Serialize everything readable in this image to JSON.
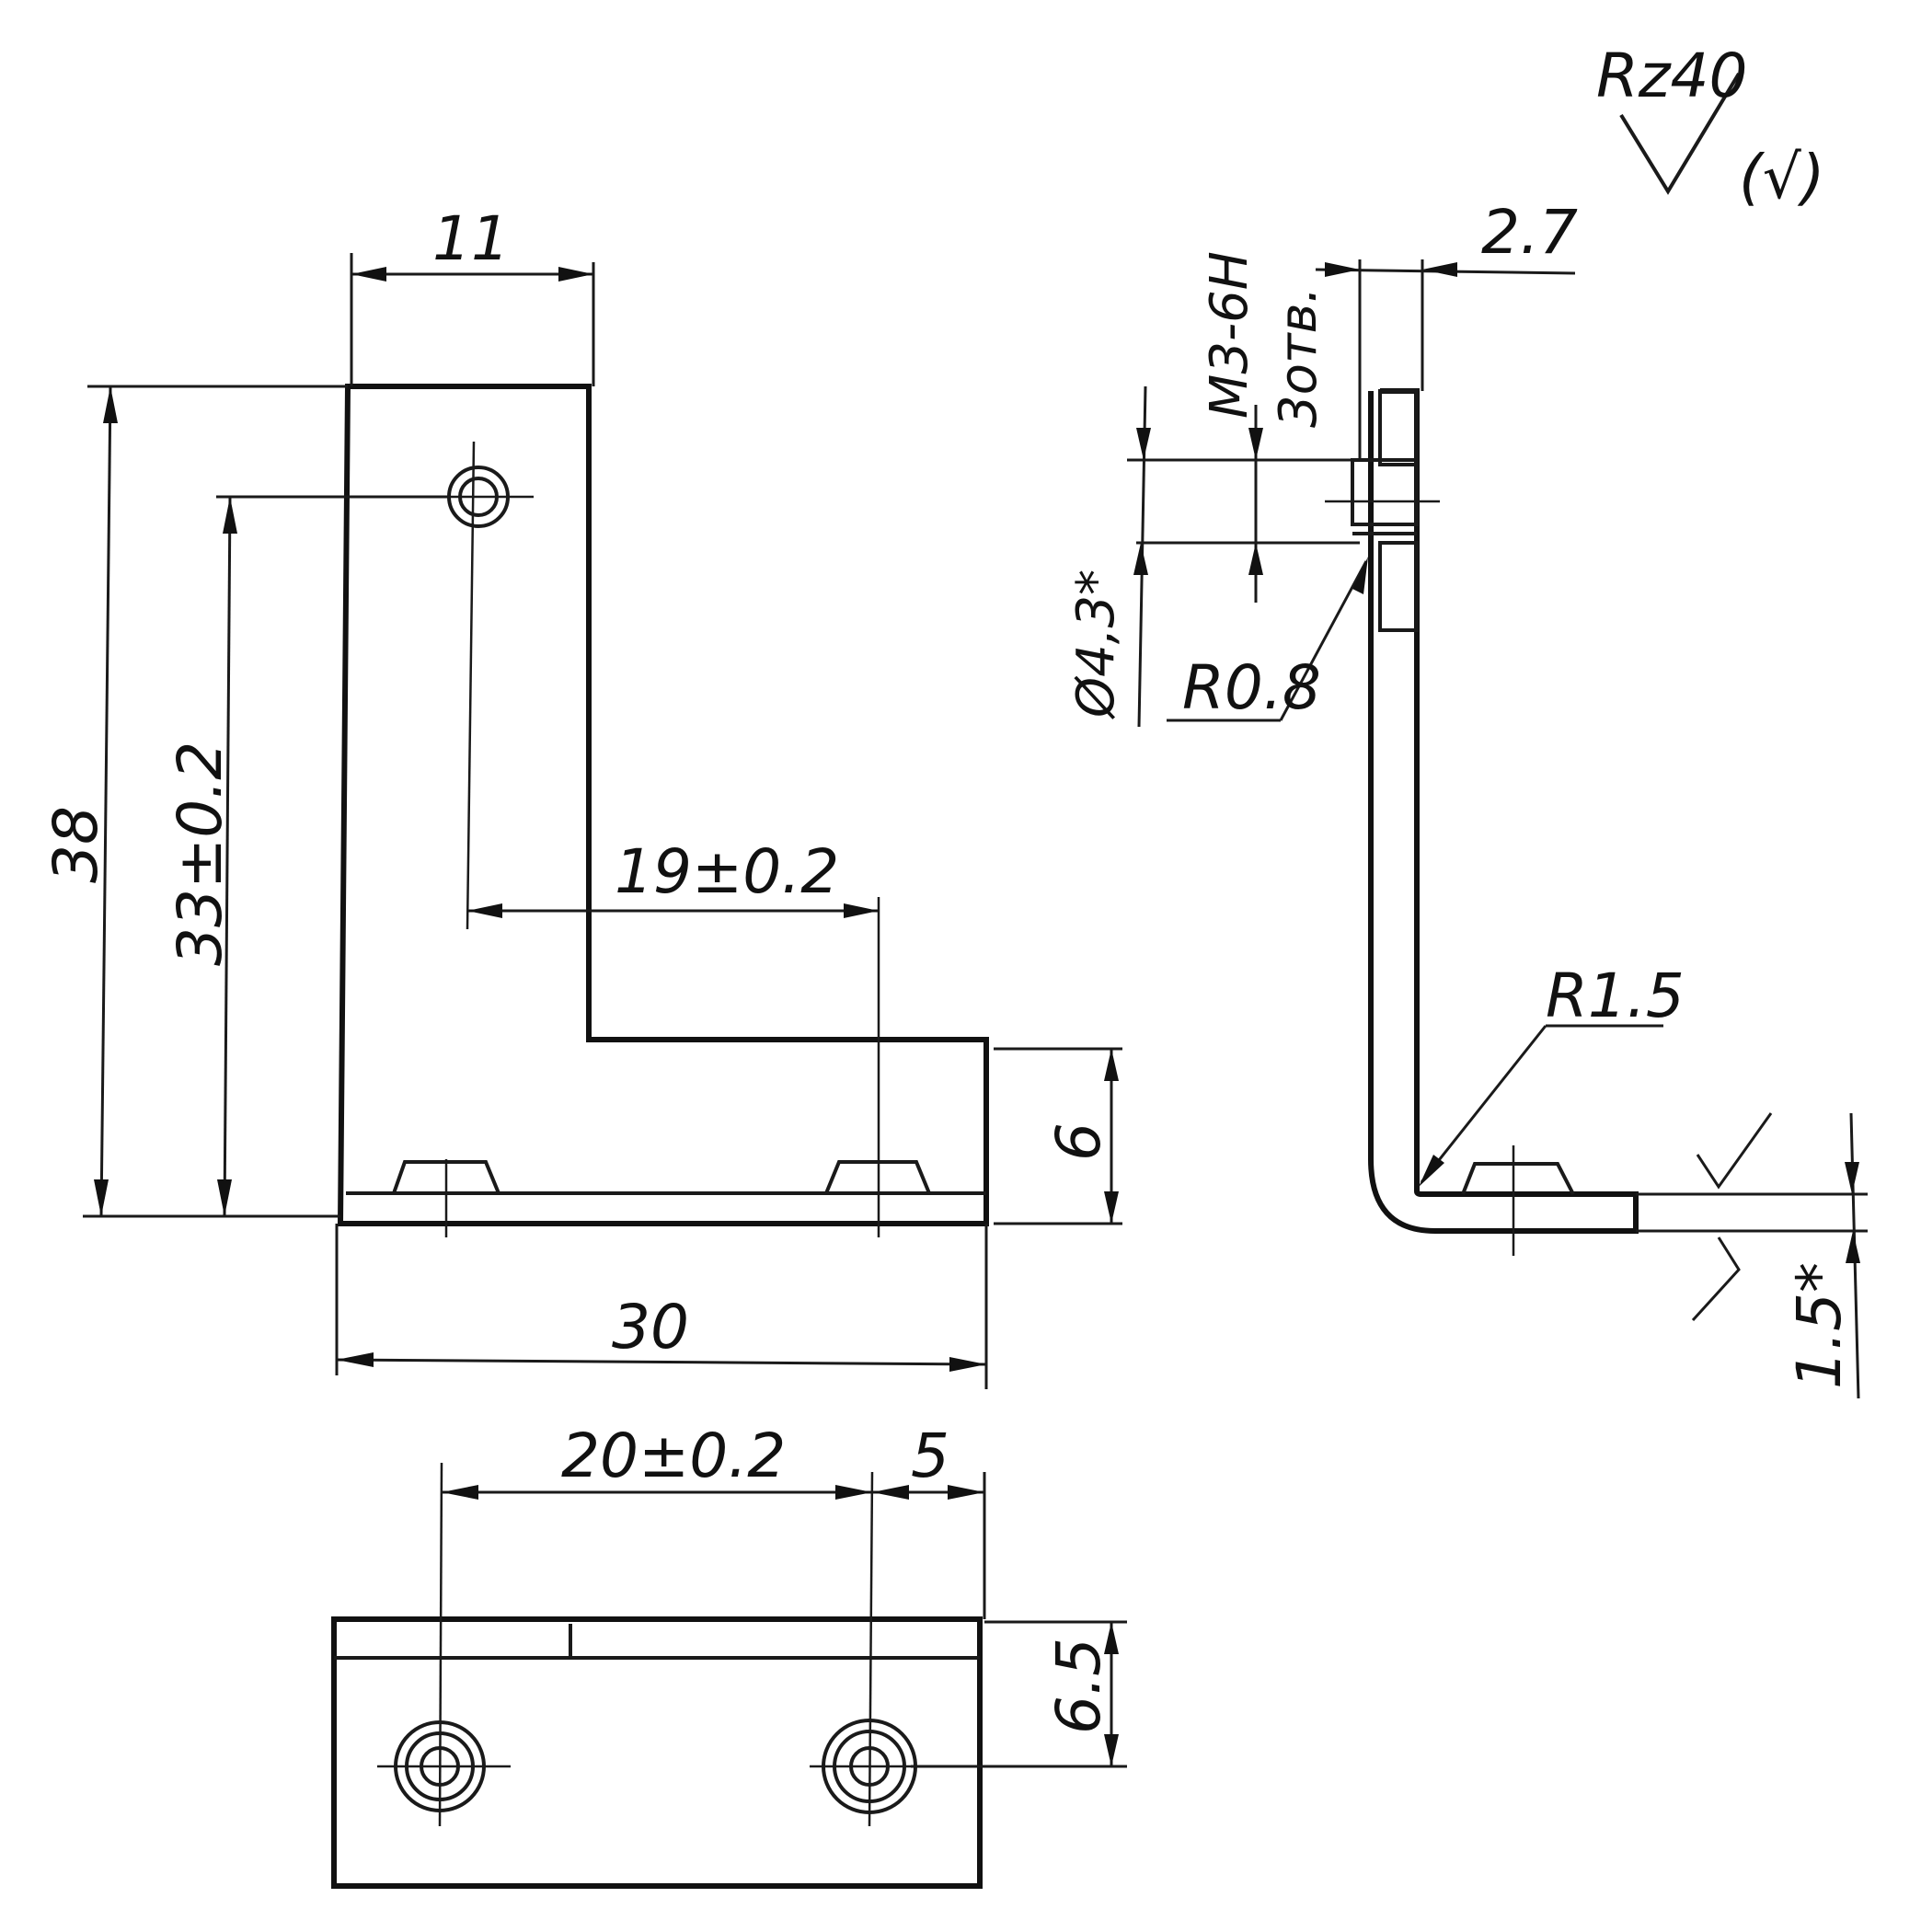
{
  "dims": {
    "top_width": "11",
    "overall_height": "38",
    "hole_height": "33±0.2",
    "hole_spacing_front": "19±0.2",
    "flange_height": "6",
    "overall_length": "30",
    "hole_spacing_bottom": "20±0.2",
    "edge_to_hole": "5",
    "hole_offset_bottom": "6.5",
    "thickness": "2.7",
    "thread_note": "M3-6H",
    "thread_depth_note": "3отв.",
    "hole_dia": "Ø4,3*",
    "radius_small": "R0.8",
    "radius_bend": "R1.5",
    "bottom_thickness": "1.5*"
  },
  "roughness": {
    "main": "Rz40",
    "other": "(√)"
  }
}
